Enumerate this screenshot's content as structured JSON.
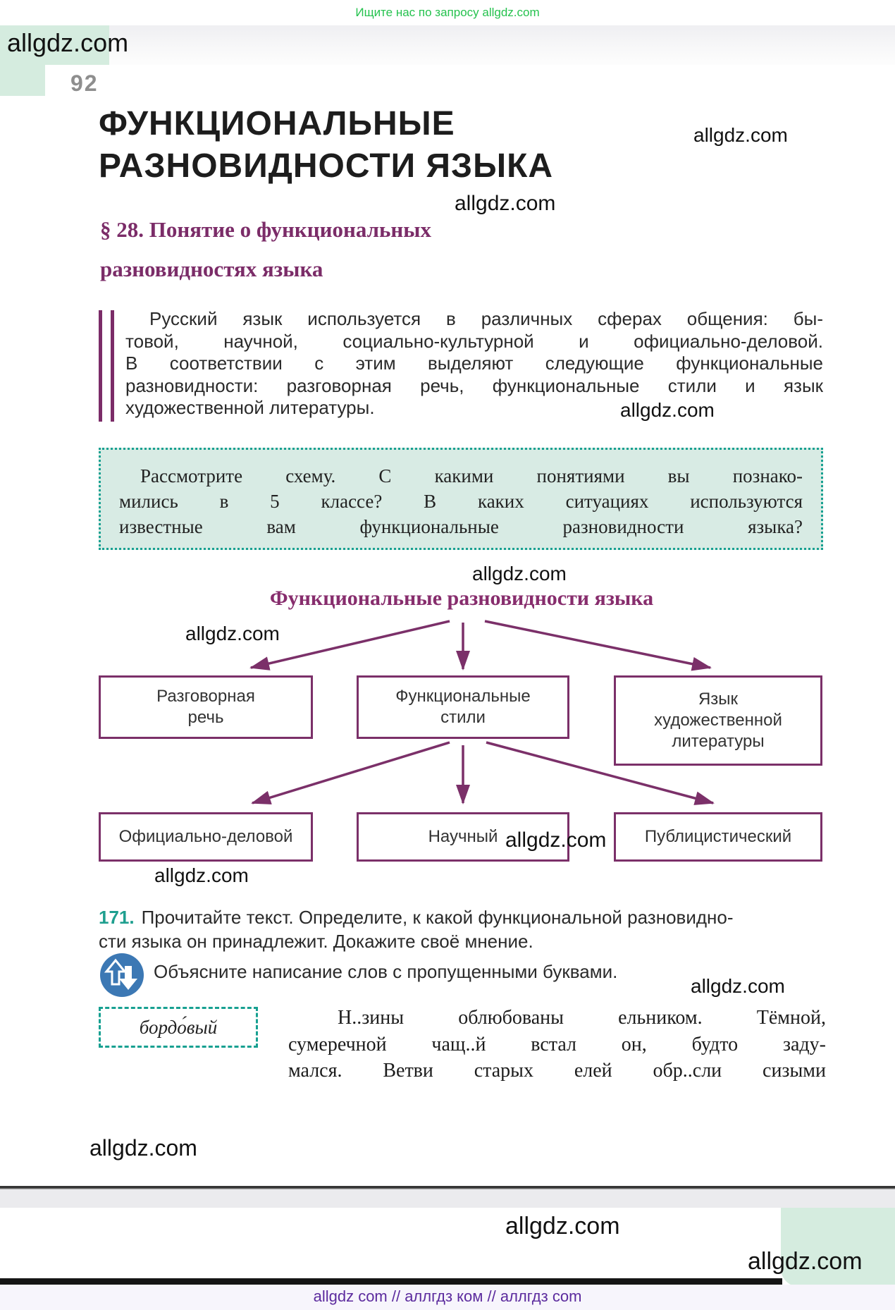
{
  "brand": "allgdz.com",
  "header": {
    "promo": "Ищите нас по запросу allgdz.com",
    "page_number": "92"
  },
  "title": {
    "line1": "ФУНКЦИОНАЛЬНЫЕ",
    "line2": "РАЗНОВИДНОСТИ ЯЗЫКА"
  },
  "section": {
    "line1": "§ 28. Понятие о функциональных",
    "line2": "разновидностях языка"
  },
  "intro": {
    "lines": [
      "Русский язык используется в различных сферах общения: бы-",
      "товой, научной, социально-культурной и официально-деловой.",
      "В соответствии с этим выделяют следующие функциональные",
      "разновидности: разговорная речь, функциональные стили и язык",
      "художественной литературы."
    ]
  },
  "task_box": {
    "lines": [
      "Рассмотрите схему. С какими понятиями вы познако-",
      "мились в 5 классе? В каких ситуациях используются",
      "известные вам функциональные разновидности языка?"
    ]
  },
  "diagram": {
    "title": "Функциональные разновидности языка",
    "row1": [
      [
        "Разговорная",
        "речь"
      ],
      [
        "Функциональные",
        "стили"
      ],
      [
        "Язык",
        "художественной",
        "литературы"
      ]
    ],
    "row2": [
      "Официально-деловой",
      "Научный",
      "Публицистический"
    ]
  },
  "exercise": {
    "number": "171.",
    "line1": "Прочитайте текст. Определите, к какой функциональной разновидно-",
    "line2": "сти языка он принадлежит. Докажите своё мнение.",
    "subtask": "Объясните написание слов с пропущенными буквами.",
    "vocab": "бордо́вый",
    "text_lines": [
      "Н..зины облюбованы ельником. Тёмной,",
      "сумеречной чащ..й встал он, будто заду-",
      "мался. Ветви старых елей обр..сли сизыми"
    ]
  },
  "footer": {
    "links": "allgdz com  //  аллгдз ком  //  аллгдз com"
  },
  "colors": {
    "accent_purple": "#7b2c68",
    "diagram_purple": "#7b3069",
    "task_box_border": "#17a091",
    "task_box_bg": "#d8ebe4",
    "mint_block": "#d5ecdf",
    "exercise_number": "#1f9f8f",
    "icon_blue": "#3c78b4",
    "promo_green": "#25c24e",
    "footer_purple": "#5c2b9e"
  }
}
